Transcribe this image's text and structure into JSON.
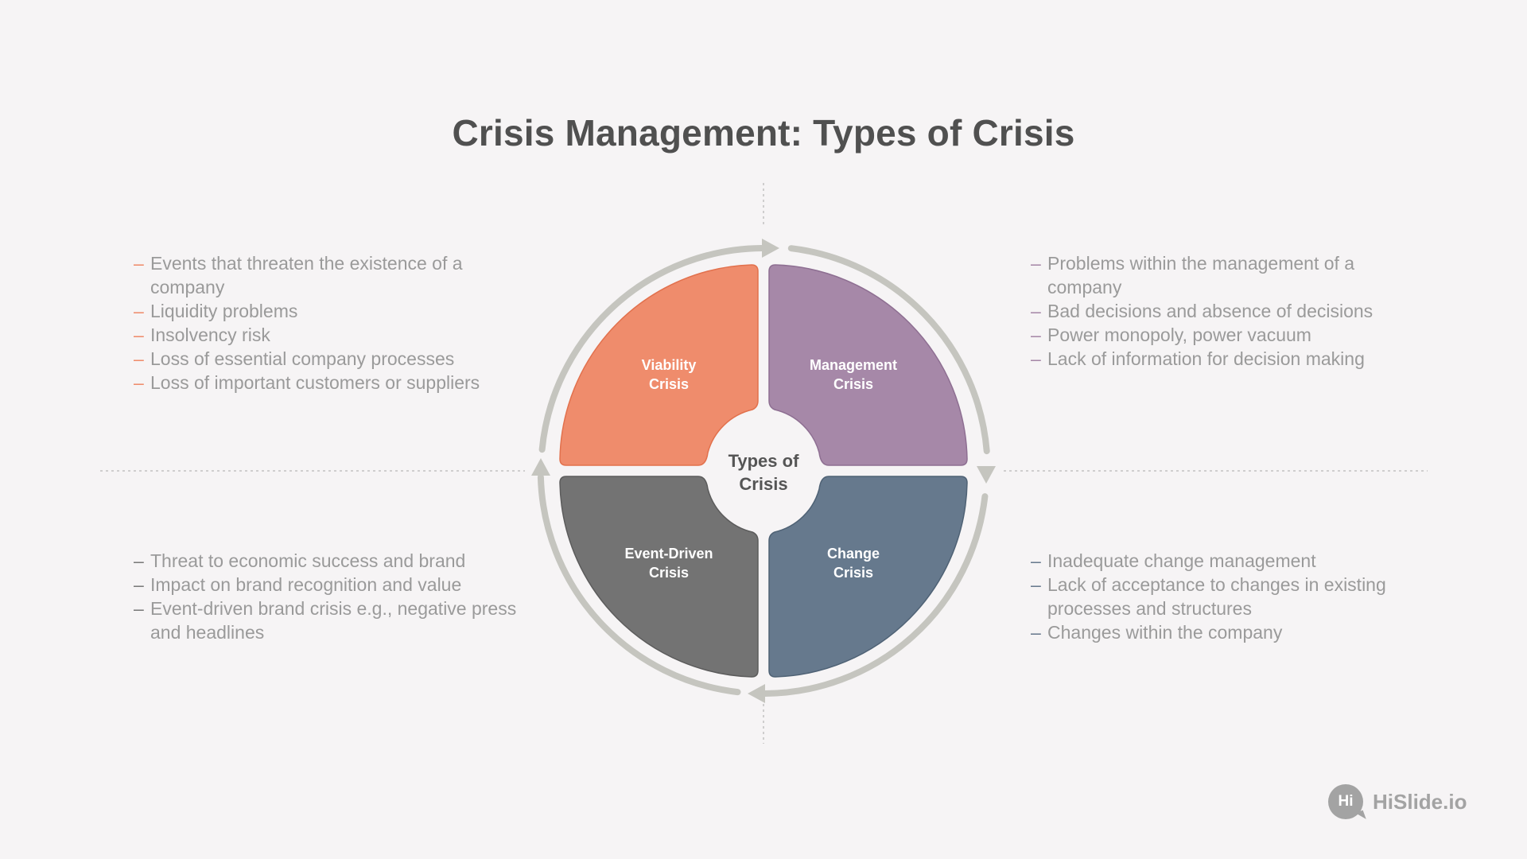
{
  "title": "Crisis Management: Types of Crisis",
  "center_label_line1": "Types of",
  "center_label_line2": "Crisis",
  "quadrants": [
    {
      "id": "viability",
      "label_line1": "Viability",
      "label_line2": "Crisis",
      "color": "#ef8c6c",
      "stroke": "#e2714d",
      "points": [
        "Events that threaten the existence of a company",
        "Liquidity problems",
        "Insolvency risk",
        "Loss of essential company processes",
        "Loss of important customers or suppliers"
      ]
    },
    {
      "id": "management",
      "label_line1": "Management",
      "label_line2": "Crisis",
      "color": "#a688a8",
      "stroke": "#8e6f92",
      "points": [
        "Problems within the management of a company",
        "Bad decisions and absence of decisions",
        "Power monopoly, power vacuum",
        "Lack of information for decision making"
      ]
    },
    {
      "id": "event-driven",
      "label_line1": "Event-Driven",
      "label_line2": "Crisis",
      "color": "#737373",
      "stroke": "#5c5c5c",
      "points": [
        "Threat to economic success and brand",
        "Impact on brand recognition and value",
        "Event-driven brand crisis e.g., negative press and headlines"
      ]
    },
    {
      "id": "change",
      "label_line1": "Change",
      "label_line2": "Crisis",
      "color": "#66798d",
      "stroke": "#4f6275",
      "points": [
        "Inadequate change management",
        "Lack of acceptance to changes in existing processes and structures",
        "Changes within the company"
      ]
    }
  ],
  "logo": {
    "badge": "Hi",
    "text": "HiSlide.io"
  }
}
